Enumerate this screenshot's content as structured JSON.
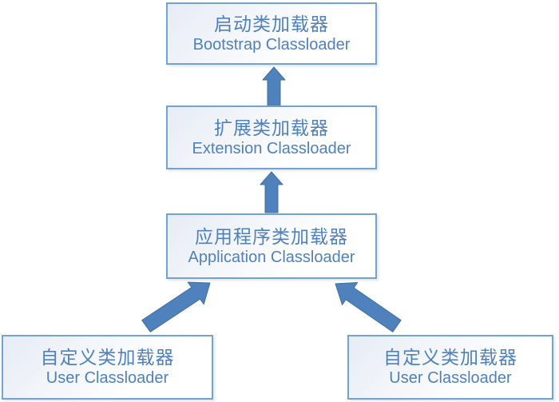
{
  "diagram": {
    "boxes": {
      "bootstrap": {
        "zh": "启动类加载器",
        "en": "Bootstrap Classloader"
      },
      "extension": {
        "zh": "扩展类加载器",
        "en": "Extension Classloader"
      },
      "application": {
        "zh": "应用程序类加载器",
        "en": "Application Classloader"
      },
      "user_left": {
        "zh": "自定义类加载器",
        "en": "User Classloader"
      },
      "user_right": {
        "zh": "自定义类加载器",
        "en": "User Classloader"
      }
    },
    "arrows": [
      "extension-to-bootstrap",
      "application-to-extension",
      "user-left-to-application",
      "user-right-to-application"
    ],
    "colors": {
      "arrow_fill": "#4f81bd",
      "arrow_edge": "#41719c",
      "box_border": "#76a2cf",
      "text": "#4f81bd",
      "box_bg_from": "#e6ecf5",
      "box_bg_to": "#ffffff"
    }
  }
}
